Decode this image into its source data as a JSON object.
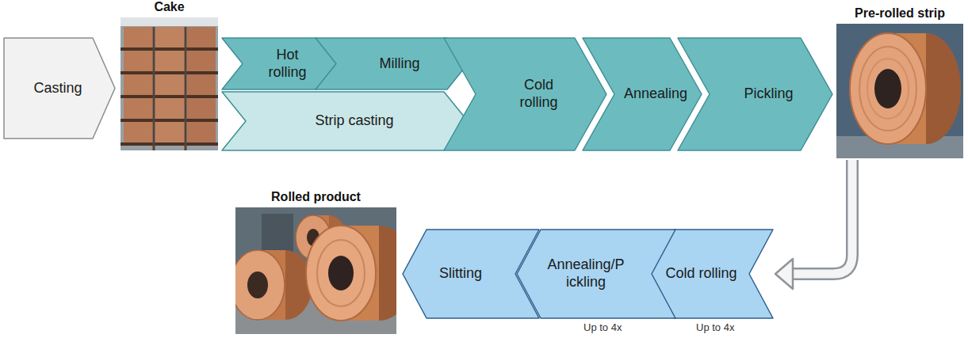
{
  "diagram": {
    "nodes": [
      {
        "text": [
          "Casting"
        ]
      },
      {
        "text": [
          "Cake"
        ]
      },
      {
        "text": [
          "Hot rolling"
        ]
      },
      {
        "text": [
          "Milling"
        ]
      },
      {
        "text": [
          "Strip casting"
        ]
      },
      {
        "text": [
          "Cold rolling"
        ]
      },
      {
        "text": [
          "Annealing"
        ]
      },
      {
        "text": [
          "Pickling"
        ]
      },
      {
        "text": [
          "Pre-rolled strip"
        ]
      },
      {
        "text": [
          "Cold rolling"
        ]
      },
      {
        "text": [
          "Annealing/Pickling"
        ]
      },
      {
        "text": [
          "Slitting"
        ]
      },
      {
        "text": [
          "Rolled product"
        ]
      }
    ],
    "edges": [
      {
        "from": 8,
        "to": 9,
        "arrow": "to"
      }
    ],
    "labels": [
      "Up to 4x",
      "Up to 4x"
    ]
  }
}
